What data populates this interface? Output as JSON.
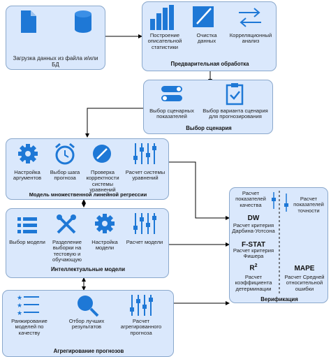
{
  "load": {
    "label": "Загрузка данных из файла и/или БД",
    "icons": [
      "document-icon",
      "database-icon"
    ]
  },
  "preprocessing": {
    "title": "Предварительная обработка",
    "items": [
      {
        "label": "Построение описательной статистики",
        "icon": "bar-chart-icon"
      },
      {
        "label": "Очистка данных",
        "icon": "pencil-canvas-icon"
      },
      {
        "label": "Корреляционный анализ",
        "icon": "swap-arrows-icon"
      }
    ]
  },
  "scenario": {
    "title": "Выбор сценария",
    "items": [
      {
        "label": "Выбор сценарных показателей",
        "icon": "toggle-icon"
      },
      {
        "label": "Выбор варианта сценария для прогнозирования",
        "icon": "clipboard-check-icon"
      }
    ]
  },
  "regression": {
    "title": "Модель множественной линейной регрессии",
    "items": [
      {
        "label": "Настройка аргументов",
        "icon": "gear-icon"
      },
      {
        "label": "Выбор шага прогноза",
        "icon": "alarm-clock-icon"
      },
      {
        "label": "Проверка корректности системы уравнений",
        "icon": "slash-circle-icon"
      },
      {
        "label": "Расчет системы уравнений",
        "icon": "sliders-icon"
      }
    ]
  },
  "intelligent": {
    "title": "Интеллектуальные модели",
    "items": [
      {
        "label": "Выбор модели",
        "icon": "list-icon"
      },
      {
        "label": "Разделение выборки на тестовую и обучающую",
        "icon": "tools-icon"
      },
      {
        "label": "Настройка модели",
        "icon": "gear-icon"
      },
      {
        "label": "Расчет модели",
        "icon": "sliders-icon"
      }
    ]
  },
  "aggregation": {
    "title": "Агрегирование прогнозов",
    "items": [
      {
        "label": "Ранжирование моделей по качеству",
        "icon": "star-list-icon"
      },
      {
        "label": "Отбор лучших результатов",
        "icon": "magnifier-icon"
      },
      {
        "label": "Расчет агрегированного прогноза",
        "icon": "sliders-icon"
      }
    ]
  },
  "verification": {
    "title": "Верификация",
    "quality": "Расчет показателей качества",
    "accuracy": "Расчет показателей точности",
    "dw": {
      "code": "DW",
      "label": "Расчет критерия Дарбина-Уотсона"
    },
    "fstat": {
      "code": "F-STAT",
      "label": "Расчет критерия Фишера"
    },
    "r2": {
      "code": "R",
      "sup": "2",
      "label": "Расчет коэффициента детерминации"
    },
    "mape": {
      "code": "MAPE",
      "label": "Расчет Средней относительной ошибки"
    }
  },
  "colors": {
    "box_fill": "#dae8fc",
    "icon_blue": "#1e78d6",
    "line": "#000000"
  }
}
